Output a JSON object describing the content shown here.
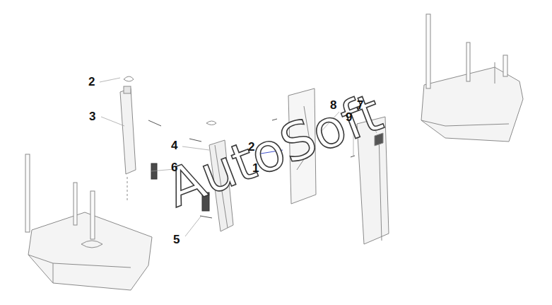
{
  "diagram": {
    "labels": [
      "2",
      "3",
      "4",
      "6",
      "5",
      "2",
      "1",
      "8",
      "7",
      "9",
      "AutoSoft"
    ]
  }
}
